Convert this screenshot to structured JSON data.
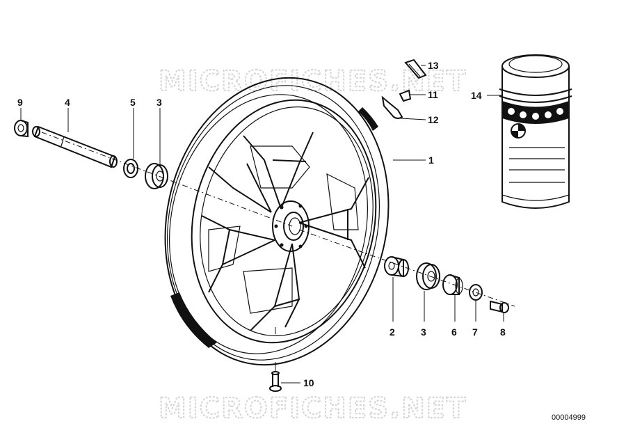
{
  "watermark": "MICROFICHES.NET",
  "part_number": "00004999",
  "callouts": [
    {
      "id": "c1",
      "label": "1"
    },
    {
      "id": "c2",
      "label": "2"
    },
    {
      "id": "c3a",
      "label": "3"
    },
    {
      "id": "c3b",
      "label": "3"
    },
    {
      "id": "c4",
      "label": "4"
    },
    {
      "id": "c5",
      "label": "5"
    },
    {
      "id": "c6",
      "label": "6"
    },
    {
      "id": "c7",
      "label": "7"
    },
    {
      "id": "c8",
      "label": "8"
    },
    {
      "id": "c9",
      "label": "9"
    },
    {
      "id": "c10",
      "label": "10"
    },
    {
      "id": "c11",
      "label": "11"
    },
    {
      "id": "c12",
      "label": "12"
    },
    {
      "id": "c13",
      "label": "13"
    },
    {
      "id": "c14",
      "label": "14"
    }
  ]
}
